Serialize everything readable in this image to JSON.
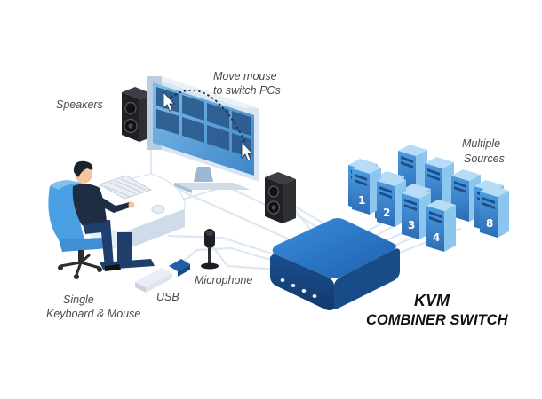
{
  "labels": {
    "move_mouse_line1": "Move mouse",
    "move_mouse_line2": "to switch PCs",
    "speakers": "Speakers",
    "multiple_sources_line1": "Multiple",
    "multiple_sources_line2": "Sources",
    "usb": "USB",
    "microphone": "Microphone",
    "single_kb_line1": "Single",
    "single_kb_line2": "Keyboard & Mouse",
    "kvm_line1": "KVM",
    "kvm_line2": "COMBINER SWITCH"
  },
  "servers": [
    "1",
    "2",
    "3",
    "4",
    "8"
  ],
  "colors": {
    "primary_blue": "#2f78c4",
    "dark_blue": "#1c4f8a",
    "light_blue": "#8fc3ec",
    "cable": "#dce8f3",
    "label_gray": "#4a4a4a"
  }
}
